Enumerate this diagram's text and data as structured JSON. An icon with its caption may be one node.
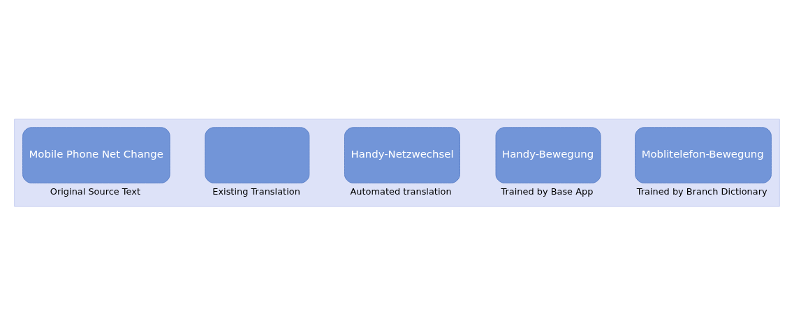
{
  "diagram": {
    "nodes": [
      {
        "text": [],
        "shape": "arrow"
      },
      {
        "text": [
          "Mobile Phone Net Change"
        ],
        "in": 0,
        "beside": [
          "Original Source Text"
        ]
      },
      {
        "text": [],
        "shape": "box",
        "in": 0,
        "beside": [
          "Existing Translation"
        ]
      },
      {
        "text": [
          "Handy-Netzwechsel"
        ],
        "in": 0,
        "beside": [
          "Automated translation"
        ]
      },
      {
        "text": [
          "Handy-Bewegung"
        ],
        "in": 0,
        "beside": [
          "Trained by Base App"
        ]
      },
      {
        "text": [
          "Moblitelefon-Bewegung"
        ],
        "in": 0,
        "beside": [
          "Trained by Branch Dictionary"
        ]
      }
    ],
    "edges": []
  }
}
